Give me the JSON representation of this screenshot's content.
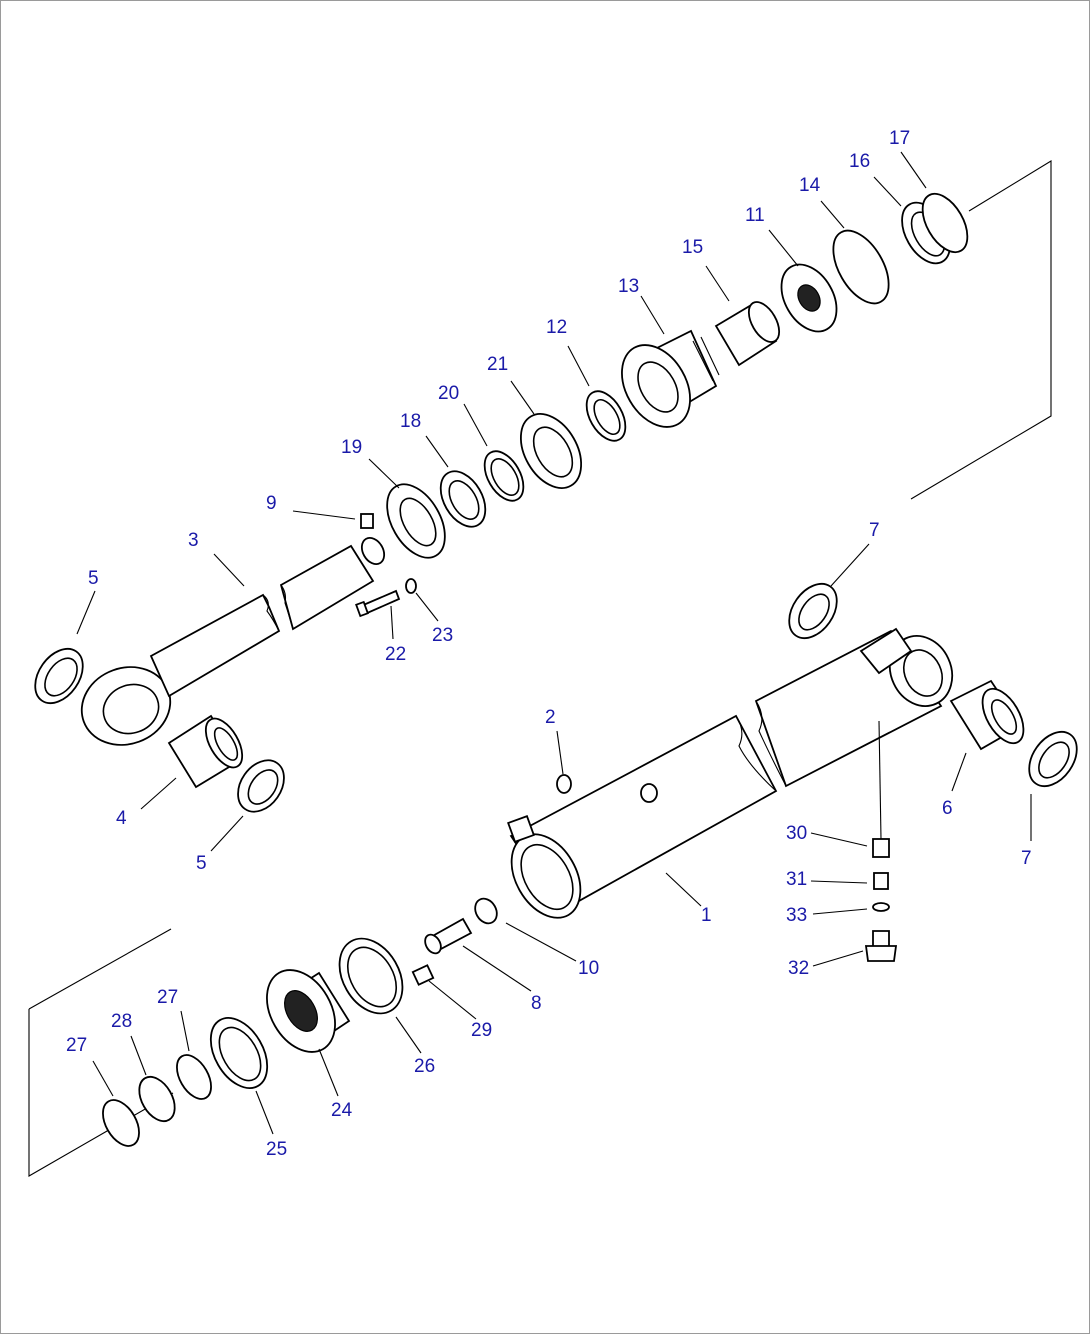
{
  "diagram": {
    "parts": [
      {
        "id": "p1",
        "label": "1"
      },
      {
        "id": "p2",
        "label": "2"
      },
      {
        "id": "p3",
        "label": "3"
      },
      {
        "id": "p4",
        "label": "4"
      },
      {
        "id": "p5a",
        "label": "5"
      },
      {
        "id": "p5b",
        "label": "5"
      },
      {
        "id": "p6",
        "label": "6"
      },
      {
        "id": "p7a",
        "label": "7"
      },
      {
        "id": "p7b",
        "label": "7"
      },
      {
        "id": "p8",
        "label": "8"
      },
      {
        "id": "p9",
        "label": "9"
      },
      {
        "id": "p10",
        "label": "10"
      },
      {
        "id": "p11",
        "label": "11"
      },
      {
        "id": "p12",
        "label": "12"
      },
      {
        "id": "p13",
        "label": "13"
      },
      {
        "id": "p14",
        "label": "14"
      },
      {
        "id": "p15",
        "label": "15"
      },
      {
        "id": "p16",
        "label": "16"
      },
      {
        "id": "p17",
        "label": "17"
      },
      {
        "id": "p18",
        "label": "18"
      },
      {
        "id": "p19",
        "label": "19"
      },
      {
        "id": "p20",
        "label": "20"
      },
      {
        "id": "p21",
        "label": "21"
      },
      {
        "id": "p22",
        "label": "22"
      },
      {
        "id": "p23",
        "label": "23"
      },
      {
        "id": "p24",
        "label": "24"
      },
      {
        "id": "p25",
        "label": "25"
      },
      {
        "id": "p26",
        "label": "26"
      },
      {
        "id": "p27a",
        "label": "27"
      },
      {
        "id": "p27b",
        "label": "27"
      },
      {
        "id": "p28",
        "label": "28"
      },
      {
        "id": "p29",
        "label": "29"
      },
      {
        "id": "p30",
        "label": "30"
      },
      {
        "id": "p31",
        "label": "31"
      },
      {
        "id": "p32",
        "label": "32"
      },
      {
        "id": "p33",
        "label": "33"
      }
    ]
  },
  "colors": {
    "callout": "#1a1aa8",
    "line": "#000000",
    "border": "#9a9a9a"
  }
}
